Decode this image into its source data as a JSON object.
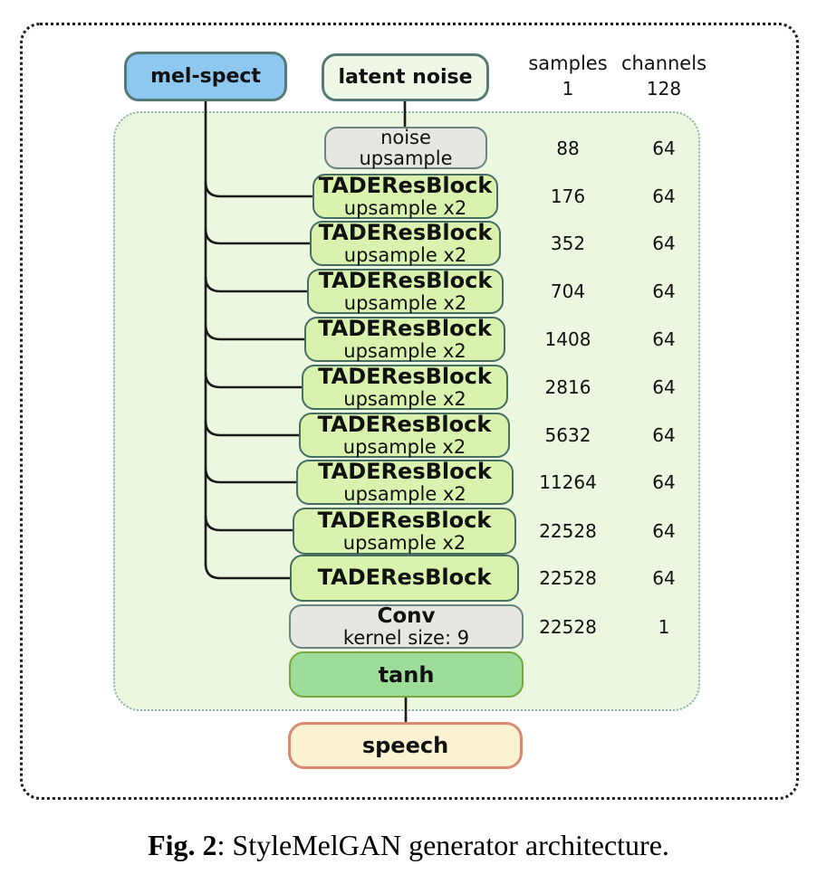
{
  "inputs": {
    "mel": "mel-spect",
    "latent": "latent noise"
  },
  "header": {
    "samples_label": "samples",
    "channels_label": "channels",
    "samples_value": "1",
    "channels_value": "128"
  },
  "stack": [
    {
      "title": "noise",
      "subtitle": "upsample",
      "samples": "88",
      "channels": "64"
    },
    {
      "title": "TADEResBlock",
      "subtitle": "upsample x2",
      "samples": "176",
      "channels": "64"
    },
    {
      "title": "TADEResBlock",
      "subtitle": "upsample x2",
      "samples": "352",
      "channels": "64"
    },
    {
      "title": "TADEResBlock",
      "subtitle": "upsample x2",
      "samples": "704",
      "channels": "64"
    },
    {
      "title": "TADEResBlock",
      "subtitle": "upsample x2",
      "samples": "1408",
      "channels": "64"
    },
    {
      "title": "TADEResBlock",
      "subtitle": "upsample x2",
      "samples": "2816",
      "channels": "64"
    },
    {
      "title": "TADEResBlock",
      "subtitle": "upsample x2",
      "samples": "5632",
      "channels": "64"
    },
    {
      "title": "TADEResBlock",
      "subtitle": "upsample x2",
      "samples": "11264",
      "channels": "64"
    },
    {
      "title": "TADEResBlock",
      "subtitle": "upsample x2",
      "samples": "22528",
      "channels": "64"
    },
    {
      "title": "TADEResBlock",
      "subtitle": "",
      "samples": "22528",
      "channels": "64"
    },
    {
      "title": "Conv",
      "subtitle": "kernel size: 9",
      "samples": "22528",
      "channels": "1"
    }
  ],
  "outputs": {
    "tanh": "tanh",
    "speech": "speech"
  },
  "caption": {
    "bold": "Fig. 2",
    "rest": ": StyleMelGAN generator architecture."
  },
  "colors": {
    "mel_fill": "#8ec7f0",
    "latent_fill": "#eff8e6",
    "io_border": "#567a78",
    "inner_fill": "#ebf7df",
    "inner_border": "#8fb0ab",
    "block_fill": "#d9f3ae",
    "block_border": "#466e62",
    "gray_fill": "#e7e6e0",
    "gray_border": "#6a8480",
    "tanh_fill": "#9edc9a",
    "tanh_border": "#76a83f",
    "speech_fill": "#faf3d3",
    "speech_border": "#d88a6e",
    "wire": "#1a1a1a"
  }
}
